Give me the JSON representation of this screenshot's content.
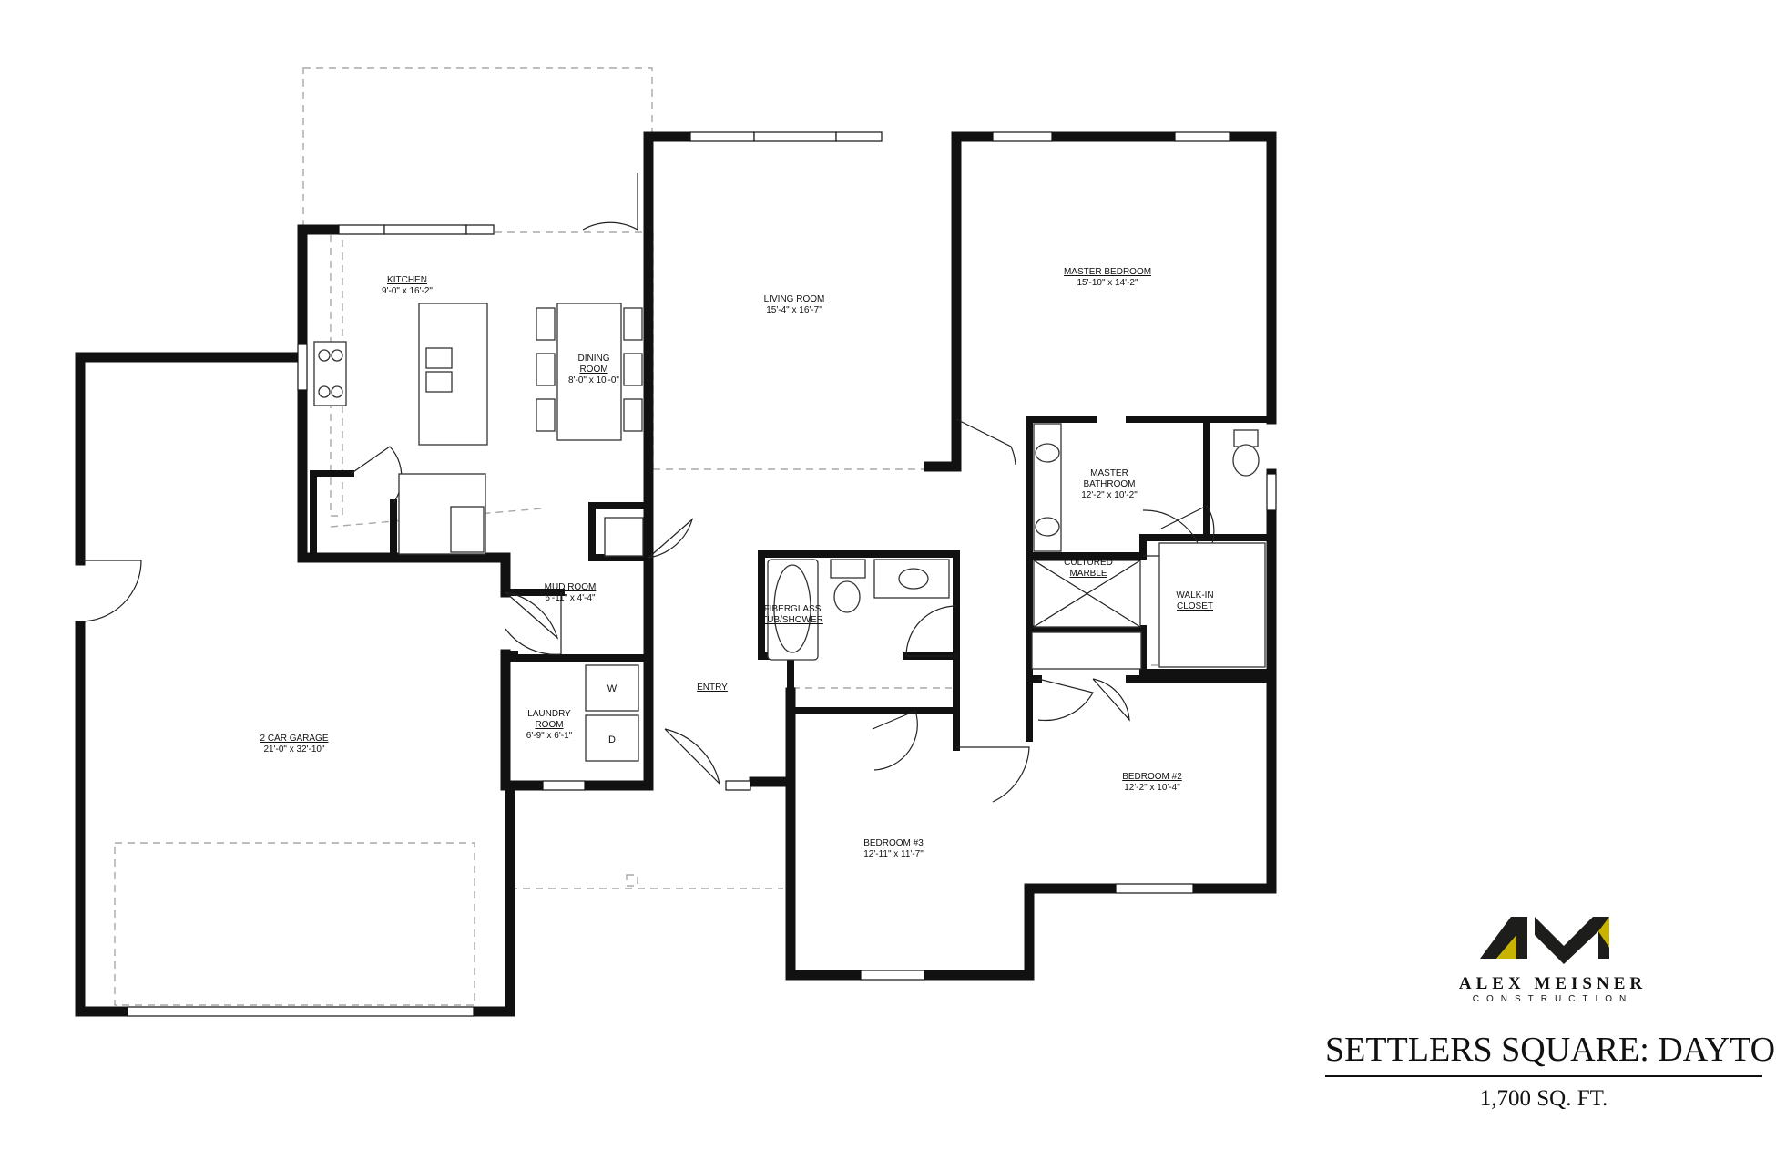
{
  "plan": {
    "rooms": [
      {
        "id": "kitchen",
        "name": "KITCHEN",
        "dims": "9'-0\" x 16'-2\""
      },
      {
        "id": "dining",
        "name": "DINING\nROOM",
        "dims": "8'-0\" x 10'-0\""
      },
      {
        "id": "living",
        "name": "LIVING ROOM",
        "dims": "15'-4\" x 16'-7\""
      },
      {
        "id": "master-bedroom",
        "name": "MASTER BEDROOM",
        "dims": "15'-10\" x 14'-2\""
      },
      {
        "id": "master-bathroom",
        "name": "MASTER\nBATHROOM",
        "dims": "12'-2\" x 10'-2\""
      },
      {
        "id": "cultured-marble",
        "name": "CULTURED\nMARBLE",
        "dims": ""
      },
      {
        "id": "walk-in-closet",
        "name": "WALK-IN\nCLOSET",
        "dims": ""
      },
      {
        "id": "mud-room",
        "name": "MUD ROOM",
        "dims": "6'-11\" x 4'-4\""
      },
      {
        "id": "laundry",
        "name": "LAUNDRY\nROOM",
        "dims": "6'-9\" x 6'-1\""
      },
      {
        "id": "fiberglass",
        "name": "FIBERGLASS\nTUB/SHOWER",
        "dims": ""
      },
      {
        "id": "entry",
        "name": "ENTRY",
        "dims": ""
      },
      {
        "id": "garage",
        "name": "2 CAR GARAGE",
        "dims": "21'-0\" x 32'-10\""
      },
      {
        "id": "bedroom3",
        "name": "BEDROOM #3",
        "dims": "12'-11\" x 11'-7\""
      },
      {
        "id": "bedroom2",
        "name": "BEDROOM #2",
        "dims": "12'-2\" x 10'-4\""
      }
    ],
    "appliances": {
      "washer": "W",
      "dryer": "D"
    }
  },
  "brand": {
    "company": "ALEX MEISNER",
    "sub": "CONSTRUCTION",
    "colors": {
      "dark": "#1d1d1b",
      "accent": "#c8b400"
    }
  },
  "title_block": {
    "title": "SETTLERS SQUARE: DAYTON",
    "area": "1,700 SQ. FT."
  }
}
